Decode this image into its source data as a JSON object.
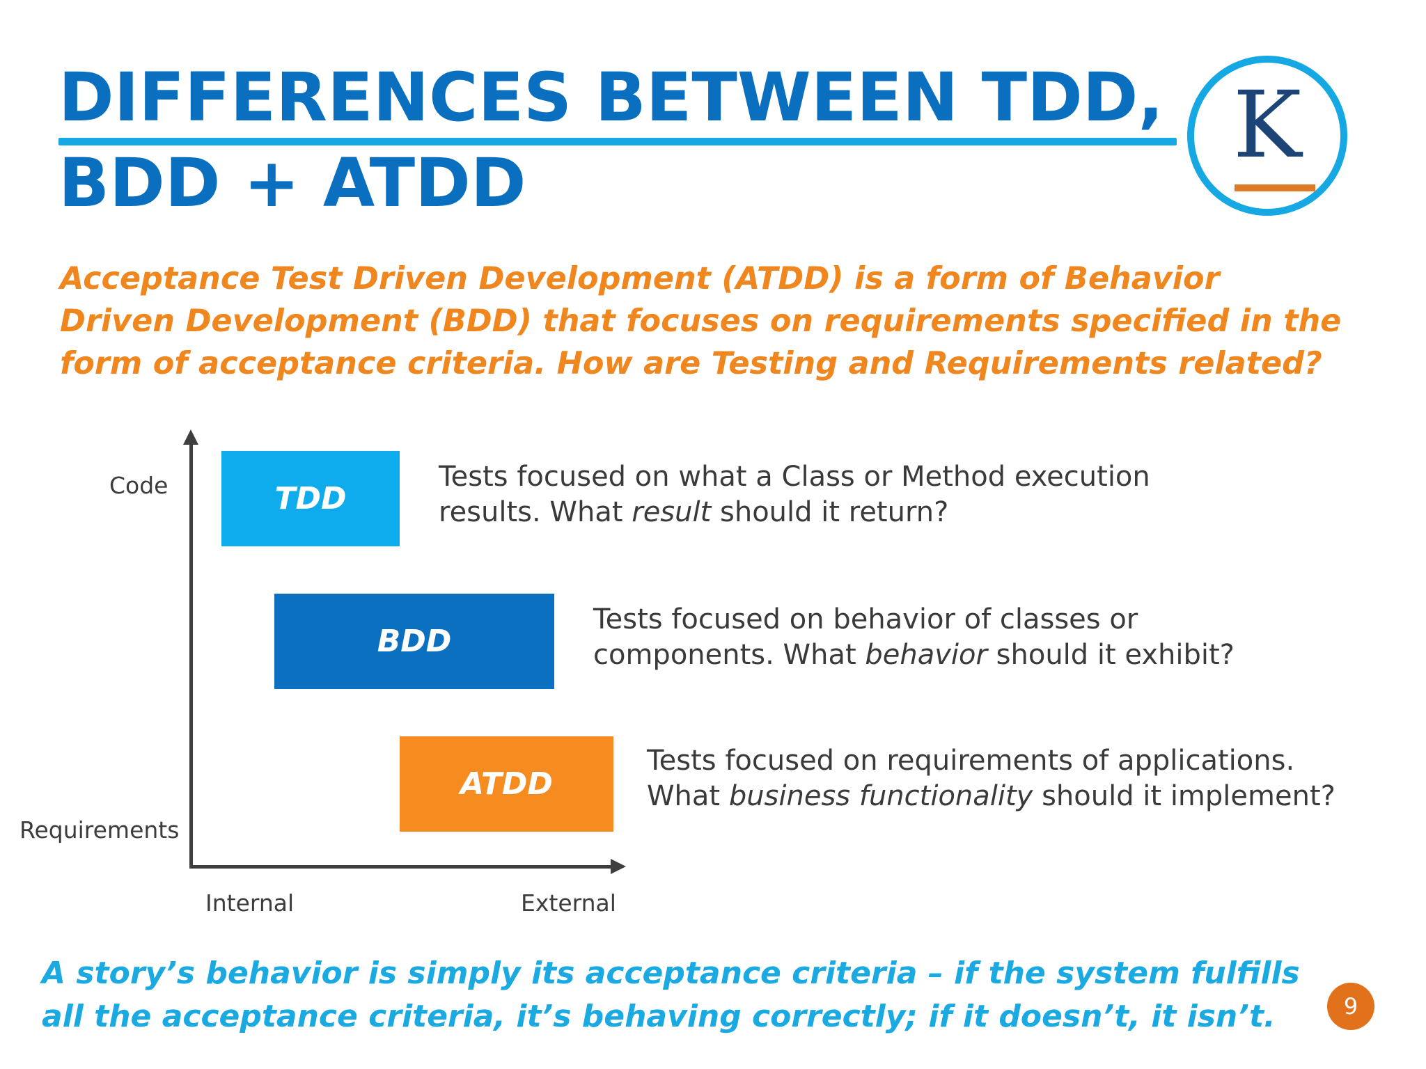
{
  "title": {
    "line1": "DIFFERENCES BETWEEN TDD,",
    "line2": "BDD + ATDD"
  },
  "logo": {
    "letter": "K",
    "icon": "k-logo-icon",
    "ring_color": "#15a8e3",
    "letter_color": "#1c4476",
    "bar_color": "#e07a25"
  },
  "intro": {
    "lines": [
      "Acceptance Test Driven Development (ATDD) is a form of Behavior",
      "Driven Development (BDD) that focuses on requirements specified in the",
      "form of acceptance criteria. How are Testing and Requirements related?"
    ],
    "color": "#f0861e"
  },
  "diagram": {
    "y_axis": {
      "top_label": "Code",
      "bottom_label": "Requirements"
    },
    "x_axis": {
      "left_label": "Internal",
      "right_label": "External"
    },
    "items": [
      {
        "label": "TDD",
        "color": "#0eacec",
        "desc_line1": "Tests focused on what a Class or Method execution",
        "desc_line2_before": "results. What ",
        "desc_line2_em": "result",
        "desc_line2_after": " should it return?"
      },
      {
        "label": "BDD",
        "color": "#0b70c0",
        "desc_line1": "Tests focused on behavior of classes or",
        "desc_line2_before": "components. What ",
        "desc_line2_em": "behavior",
        "desc_line2_after": " should it exhibit?"
      },
      {
        "label": "ATDD",
        "color": "#f68b1f",
        "desc_line1": "Tests focused on requirements of applications.",
        "desc_line2_before": "What ",
        "desc_line2_em": "business functionality",
        "desc_line2_after": " should it implement?"
      }
    ]
  },
  "quote": {
    "lines": [
      "A story’s behavior is simply its acceptance criteria – if the system fulfills",
      "all the acceptance criteria, it’s behaving correctly; if it doesn’t, it isn’t."
    ],
    "color": "#1ba9e1"
  },
  "page_number": "9"
}
